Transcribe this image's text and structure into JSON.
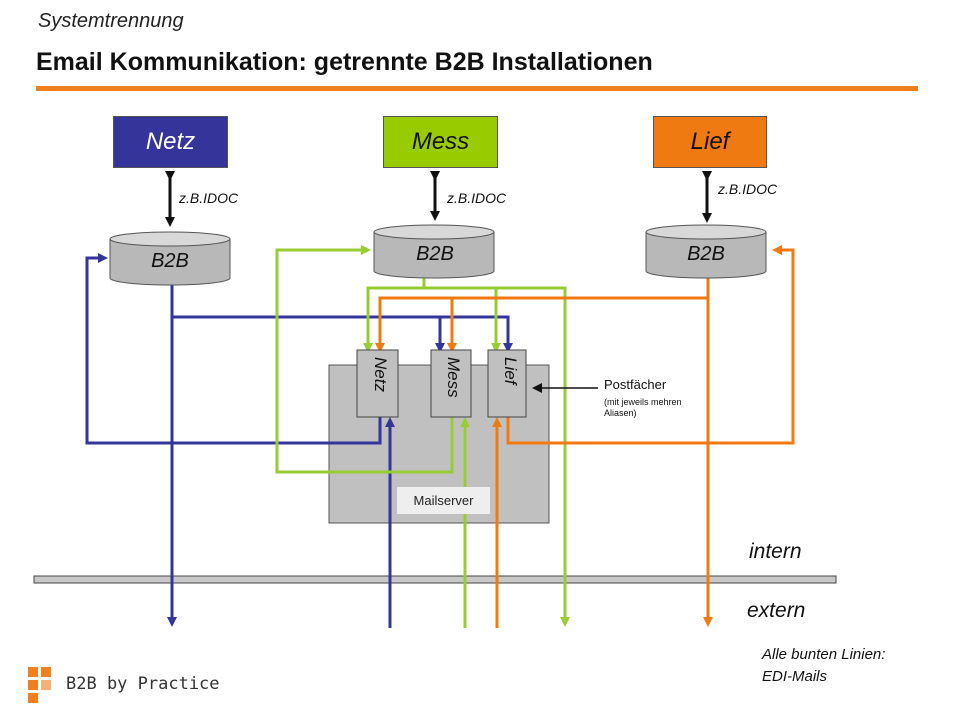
{
  "header": {
    "subtitle": "Systemtrennung",
    "title": "Email Kommunikation: getrennte B2B Installationen"
  },
  "systems": {
    "netz": {
      "label": "Netz",
      "color": "#34349a",
      "interface": "z.B.IDOC",
      "b2b": "B2B"
    },
    "mess": {
      "label": "Mess",
      "color": "#99cc00",
      "interface": "z.B.IDOC",
      "b2b": "B2B"
    },
    "lief": {
      "label": "Lief",
      "color": "#f07a12",
      "interface": "z.B.IDOC",
      "b2b": "B2B"
    }
  },
  "mailserver": {
    "label": "Mailserver",
    "mailboxes": [
      "Netz",
      "Mess",
      "Lief"
    ],
    "postfaecher_label": "Postfächer",
    "postfaecher_note": "(mit jeweils mehren Aliasen)"
  },
  "zones": {
    "intern": "intern",
    "extern": "extern"
  },
  "legend": {
    "line1": "Alle bunten Linien:",
    "line2": "EDI-Mails"
  },
  "brand": {
    "text": "B2B by Practice",
    "logo_color": "#f07f1e"
  },
  "colors": {
    "accent": "#f07f1e",
    "netz": "#34349a",
    "mess": "#99cc00",
    "lief": "#f07a12"
  }
}
